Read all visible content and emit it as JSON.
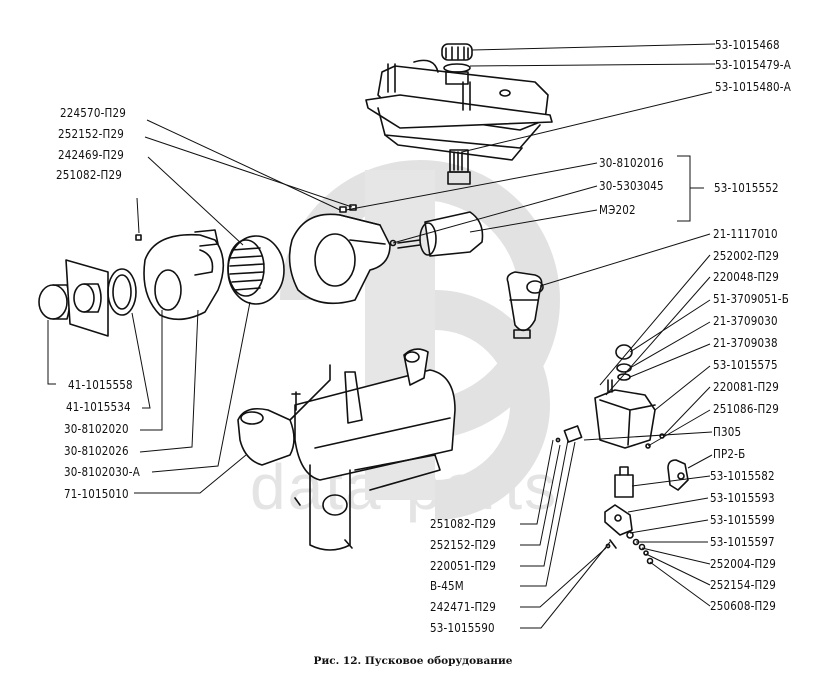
{
  "watermark": {
    "text": "data-parts",
    "color": "#e0e0e0"
  },
  "caption": "Рис. 12. Пусковое оборудование",
  "labels": {
    "top_right": [
      "53-1015468",
      "53-1015479-А",
      "53-1015480-А"
    ],
    "bracket_group": {
      "items": [
        "30-8102016",
        "30-5303045",
        "МЭ202"
      ],
      "assembly": "53-1015552"
    },
    "right_column": [
      "21-1117010",
      "252002-П29",
      "220048-П29",
      "51-3709051-Б",
      "21-3709030",
      "21-3709038",
      "53-1015575",
      "220081-П29",
      "251086-П29",
      "П305",
      "ПР2-Б",
      "53-1015582",
      "53-1015593",
      "53-1015599",
      "53-1015597",
      "252004-П29",
      "252154-П29",
      "250608-П29"
    ],
    "top_left": [
      "224570-П29",
      "252152-П29",
      "242469-П29",
      "251082-П29"
    ],
    "bottom_left": [
      "41-1015558",
      "41-1015534",
      "30-8102020",
      "30-8102026",
      "30-8102030-А",
      "71-1015010"
    ],
    "bottom_center": [
      "251082-П29",
      "252152-П29",
      "220051-П29",
      "В-45М",
      "242471-П29",
      "53-1015590"
    ]
  },
  "parts": {
    "tank": "expansion-tank",
    "filler_cap": "filler-cap",
    "fan_housing": "fan-housing",
    "impeller": "fan-impeller",
    "motor": "electric-motor",
    "fuel_filter": "fuel-filter",
    "fuel_reservoir": "fuel-reservoir",
    "heater": "preheater-boiler",
    "switch": "switch",
    "relay": "relay",
    "plug": "glow-plug"
  }
}
